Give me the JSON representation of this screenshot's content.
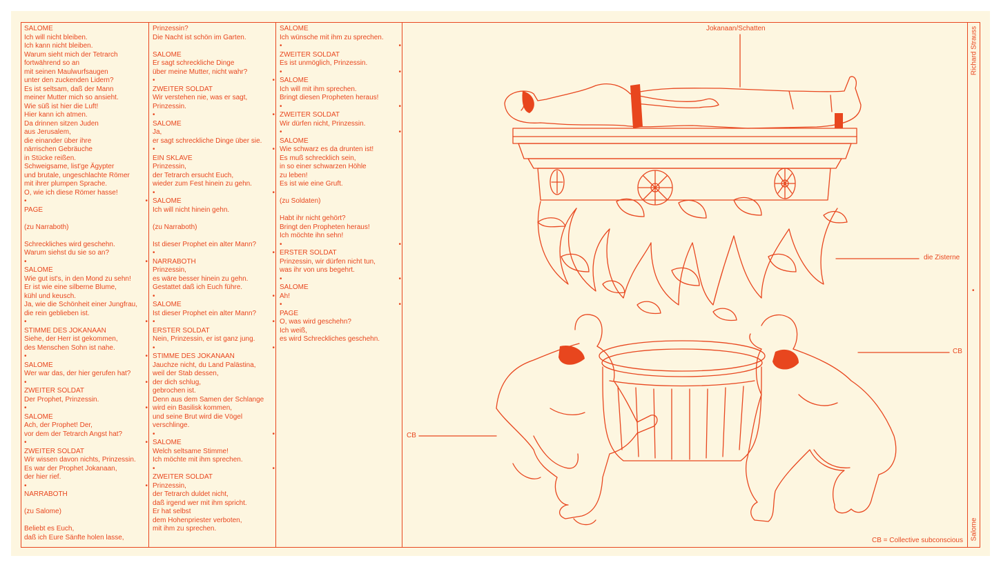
{
  "columns": [
    {
      "id": "col1",
      "lines": [
        "SALOME",
        "Ich will nicht bleiben.",
        "Ich kann nicht bleiben.",
        "Warum sieht mich der Tetrarch",
        "fortwährend so an",
        "mit seinen Maulwurfsaugen",
        "unter den zuckenden Lidern?",
        "Es ist seltsam, daß der Mann",
        "meiner Mutter mich so ansieht.",
        "Wie süß ist hier die Luft!",
        "Hier kann ich atmen.",
        "Da drinnen sitzen Juden",
        "aus Jerusalem,",
        "die einander über ihre",
        "närrischen Gebräuche",
        "in Stücke reißen.",
        "Schweigsame, list'ge Ägypter",
        "und brutale, ungeschlachte Römer",
        "mit ihrer plumpen Sprache.",
        "O, wie ich diese Römer hasse!",
        {
          "dots": [
            "l",
            "r"
          ]
        },
        "PAGE",
        "",
        "(zu Narraboth)",
        "",
        "Schreckliches wird geschehn.",
        "Warum siehst du sie so an?",
        {
          "dots": [
            "l",
            "r"
          ]
        },
        "SALOME",
        "Wie gut ist's, in den Mond zu sehn!",
        "Er ist wie eine silberne Blume,",
        "kühl und keusch.",
        "Ja, wie die Schönheit einer Jungfrau,",
        "die rein geblieben ist.",
        {
          "dots": [
            "l",
            "r"
          ]
        },
        "STIMME DES JOKANAAN",
        "Siehe, der Herr ist gekommen,",
        "des Menschen Sohn ist nahe.",
        {
          "dots": [
            "l",
            "r"
          ]
        },
        "SALOME",
        "Wer war das, der hier gerufen hat?",
        {
          "dots": [
            "l",
            "r"
          ]
        },
        "ZWEITER SOLDAT",
        "Der Prophet, Prinzessin.",
        {
          "dots": [
            "l",
            "r"
          ]
        },
        "SALOME",
        "Ach, der Prophet! Der,",
        "vor dem der Tetrarch Angst hat?",
        {
          "dots": [
            "l",
            "r"
          ]
        },
        "ZWEITER SOLDAT",
        "Wir wissen davon nichts, Prinzessin.",
        "Es war der Prophet Jokanaan,",
        "der hier rief.",
        {
          "dots": [
            "l",
            "r"
          ]
        },
        "NARRABOTH",
        "",
        "(zu Salome)",
        "",
        "Beliebt es Euch,",
        "daß ich Eure Sänfte holen lasse,"
      ]
    },
    {
      "id": "col2",
      "lines": [
        "Prinzessin?",
        "Die Nacht ist schön im Garten.",
        "",
        "SALOME",
        "Er sagt schreckliche Dinge",
        "über meine Mutter, nicht wahr?",
        {
          "dots": [
            "l",
            "r"
          ]
        },
        "ZWEITER SOLDAT",
        "Wir verstehen nie, was er sagt,",
        "Prinzessin.",
        {
          "dots": [
            "l",
            "r"
          ]
        },
        "SALOME",
        "Ja,",
        "er sagt schreckliche Dinge über sie.",
        {
          "dots": [
            "l",
            "r"
          ]
        },
        "EIN SKLAVE",
        "Prinzessin,",
        "der Tetrarch ersucht Euch,",
        "wieder zum Fest hinein zu gehn.",
        {
          "dots": [
            "l",
            "r"
          ]
        },
        "SALOME",
        "Ich will nicht hinein gehn.",
        "",
        "(zu Narraboth)",
        "",
        "Ist dieser Prophet ein alter Mann?",
        {
          "dots": [
            "l",
            "r"
          ]
        },
        "NARRABOTH",
        "Prinzessin,",
        "es wäre besser hinein zu gehn.",
        "Gestattet daß ich Euch führe.",
        {
          "dots": [
            "l",
            "r"
          ]
        },
        "SALOME",
        "Ist dieser Prophet ein alter Mann?",
        {
          "dots": [
            "l",
            "r"
          ]
        },
        "ERSTER SOLDAT",
        "Nein, Prinzessin, er ist ganz jung.",
        {
          "dots": [
            "l",
            "r"
          ]
        },
        "STIMME DES JOKANAAN",
        "Jauchze nicht, du Land Palästina,",
        "weil der Stab dessen,",
        "der dich schlug,",
        "gebrochen ist.",
        "Denn aus dem Samen der Schlange",
        "wird ein Basilisk kommen,",
        "und seine Brut wird die Vögel",
        "verschlinge.",
        {
          "dots": [
            "l",
            "r"
          ]
        },
        "SALOME",
        "Welch seltsame Stimme!",
        "Ich möchte mit ihm sprechen.",
        {
          "dots": [
            "l",
            "r"
          ]
        },
        "ZWEITER SOLDAT",
        "Prinzessin,",
        "der Tetrarch duldet nicht,",
        "daß irgend wer mit ihm spricht.",
        "Er hat selbst",
        "dem Hohenpriester verboten,",
        "mit ihm zu sprechen."
      ]
    },
    {
      "id": "col3",
      "lines": [
        "SALOME",
        "Ich wünsche mit ihm zu sprechen.",
        {
          "dots": [
            "l",
            "r"
          ]
        },
        "ZWEITER SOLDAT",
        "Es ist unmöglich, Prinzessin.",
        {
          "dots": [
            "l",
            "r"
          ]
        },
        "SALOME",
        "Ich will mit ihm sprechen.",
        "Bringt diesen Propheten heraus!",
        {
          "dots": [
            "l",
            "r"
          ]
        },
        "ZWEITER SOLDAT",
        "Wir dürfen nicht, Prinzessin.",
        {
          "dots": [
            "l",
            "r"
          ]
        },
        "SALOME",
        "Wie schwarz es da drunten ist!",
        "Es muß schrecklich sein,",
        "in so einer schwarzen Höhle",
        "zu leben!",
        "Es ist wie eine Gruft.",
        "",
        "(zu Soldaten)",
        "",
        "Habt ihr nicht gehört?",
        "Bringt den Propheten heraus!",
        "Ich möchte ihn sehn!",
        {
          "dots": [
            "l",
            "r"
          ]
        },
        "ERSTER SOLDAT",
        "Prinzessin, wir dürfen nicht tun,",
        "was ihr von uns begehrt.",
        {
          "dots": [
            "l",
            "r"
          ]
        },
        "SALOME",
        "Ah!",
        {
          "dots": [
            "l",
            "r"
          ]
        },
        "PAGE",
        "O, was wird geschehn?",
        "Ich weiß,",
        "es wird Schreckliches geschehn."
      ]
    }
  ],
  "labels": {
    "jokanaan": "Jokanaan/Schatten",
    "zisterne": "die Zisterne",
    "cb_right": "CB",
    "cb_left": "CB",
    "legend": "CB = Collective subconscious",
    "composer": "Richard Strauss",
    "opera": "Salome"
  },
  "colors": {
    "ink": "#e8461e",
    "paper": "#fdf6e0"
  },
  "icons": [
    "bullet-dot-icon"
  ]
}
